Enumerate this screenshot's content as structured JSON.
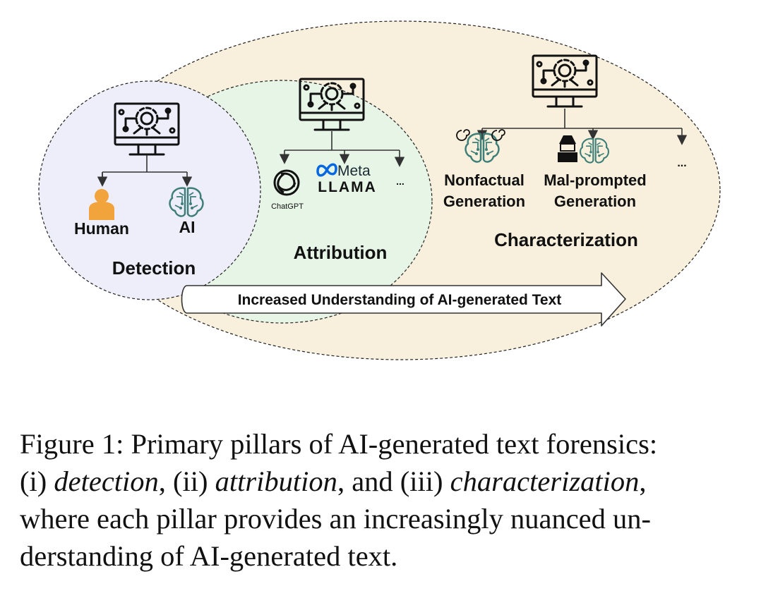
{
  "colors": {
    "characterization_fill": "#f8f0dc",
    "attribution_fill": "#e6f5e6",
    "detection_fill": "#eeeefa",
    "human_icon": "#f2a43c",
    "brain_icon": "#3d7f78",
    "meta_blue": "#0668e1"
  },
  "icons": {
    "computer": "computer-gear-icon",
    "human": "person-icon",
    "ai": "ai-brain-icon",
    "chatgpt": "chatgpt-logo",
    "meta": "meta-logo",
    "nonfactual": "spiral-brain-icon",
    "mal_prompted": "hacker-brain-icon"
  },
  "diagram": {
    "detection": {
      "title": "Detection",
      "human_label": "Human",
      "ai_label": "AI"
    },
    "attribution": {
      "title": "Attribution",
      "chatgpt_label": "ChatGPT",
      "meta_label": "Meta",
      "llama_label": "LLAMA",
      "more_label": "..."
    },
    "characterization": {
      "title": "Characterization",
      "nonfactual_line1": "Nonfactual",
      "nonfactual_line2": "Generation",
      "malprompted_line1": "Mal-prompted",
      "malprompted_line2": "Generation",
      "more_label": "..."
    },
    "arrow_label": "Increased Understanding of AI-generated Text"
  },
  "caption": {
    "line1": "Figure 1: Primary pillars of AI-generated text forensics:",
    "line2_a": "(i) ",
    "line2_b": "detection",
    "line2_c": ", (ii) ",
    "line2_d": "attribution",
    "line2_e": ", and (iii) ",
    "line2_f": "characterization",
    "line2_g": ",",
    "line3": "where each pillar provides an increasingly nuanced un-",
    "line4": "derstanding of AI-generated text."
  }
}
